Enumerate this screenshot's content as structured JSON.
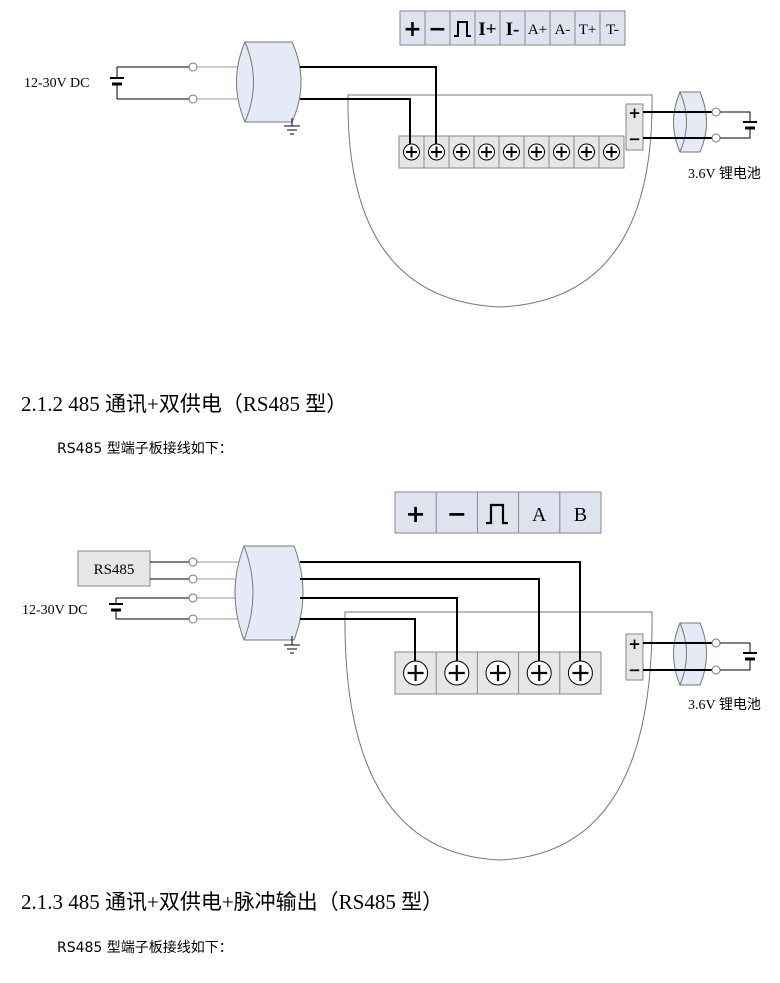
{
  "diagram1": {
    "terminal_labels": [
      "+",
      "−",
      "⎍",
      "I+",
      "I-",
      "A+",
      "A-",
      "T+",
      "T-"
    ],
    "supply_label": "12-30V  DC",
    "battery_label": "3.6V 锂电池",
    "battery_plus": "+",
    "battery_minus": "−"
  },
  "section_212": {
    "heading": "2.1.2  485 通讯+双供电（RS485 型）"
  },
  "intro_212": {
    "text": "RS485 型端子板接线如下："
  },
  "diagram2": {
    "terminal_labels": [
      "+",
      "−",
      "⎍",
      "A",
      "B"
    ],
    "rs485_label": "RS485",
    "supply_label": "12-30V  DC",
    "battery_label": "3.6V 锂电池",
    "battery_plus": "+",
    "battery_minus": "−"
  },
  "section_213": {
    "heading": "2.1.3  485 通讯+双供电+脉冲输出（RS485 型）"
  },
  "intro_213": {
    "text": "RS485 型端子板接线如下："
  }
}
